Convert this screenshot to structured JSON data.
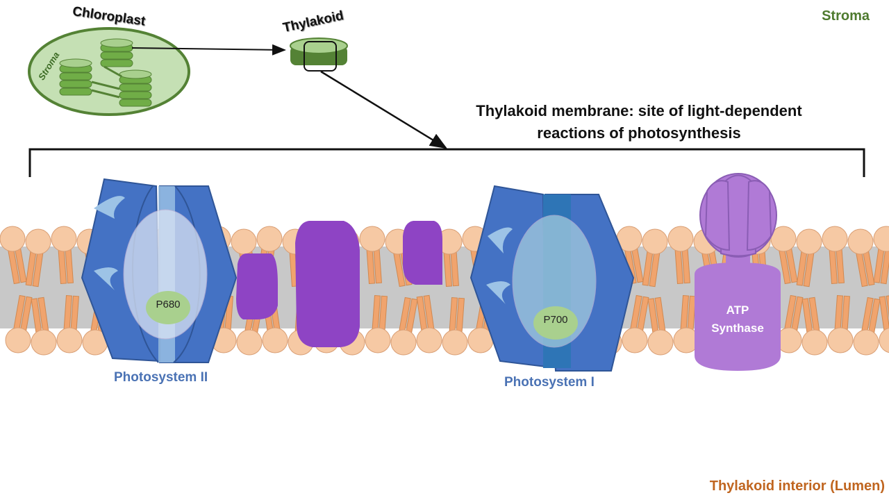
{
  "labels": {
    "stroma": "Stroma",
    "lumen": "Thylakoid interior (Lumen)",
    "chloroplast": "Chloroplast",
    "thylakoid": "Thylakoid",
    "stroma_small": "Stroma",
    "title_line1": "Thylakoid membrane: site of light-dependent",
    "title_line2": "reactions of photosynthesis",
    "psii": "Photosystem II",
    "psi": "Photosystem I",
    "p680": "P680",
    "p700": "P700",
    "atp_line1": "ATP",
    "atp_line2": "Synthase"
  },
  "colors": {
    "membrane_band": "#c8c8c8",
    "lipid_head": "#f6c9a4",
    "lipid_tail": "#f0a46e",
    "photosystem": "#4472c4",
    "photosystem_dark": "#2f5597",
    "reaction_center": "#a9d08e",
    "carrier_purple": "#8e44c4",
    "atp_synthase": "#b07ad6",
    "chloroplast_fill": "#c5e0b4",
    "chloroplast_stroke": "#548235",
    "granum": "#70ad47"
  }
}
